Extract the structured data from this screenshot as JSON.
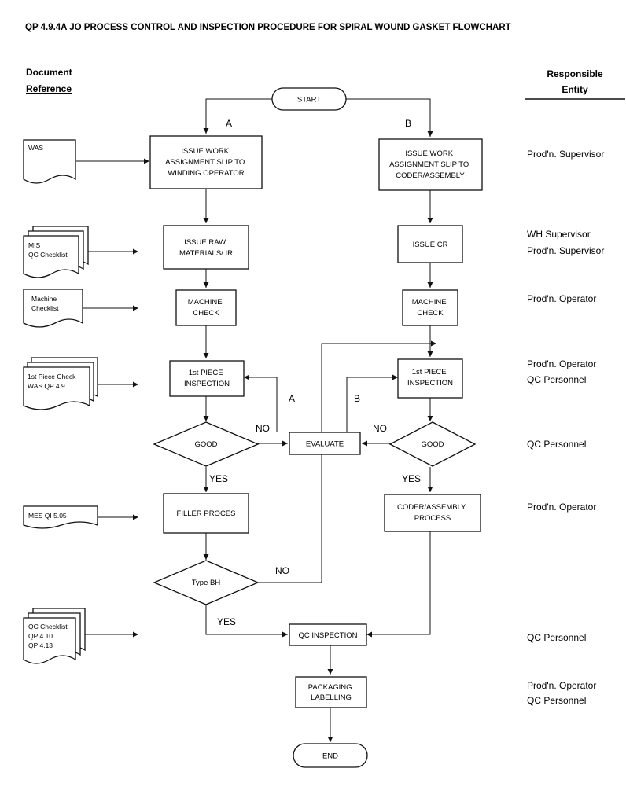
{
  "title": "QP 4.9.4A  JO PROCESS CONTROL AND INSPECTION PROCEDURE FOR SPIRAL WOUND GASKET FLOWCHART",
  "header_left": [
    "Document",
    "Reference"
  ],
  "header_right": [
    "Responsible",
    "Entity"
  ],
  "nodes": {
    "start": [
      "START"
    ],
    "issue_wa_a": [
      "ISSUE WORK",
      "ASSIGNMENT SLIP TO",
      "WINDING OPERATOR"
    ],
    "issue_wa_b": [
      "ISSUE WORK",
      "ASSIGNMENT SLIP TO",
      "CODER/ASSEMBLY"
    ],
    "issue_raw": [
      "ISSUE RAW",
      "MATERIALS/ IR"
    ],
    "issue_cr": [
      "ISSUE CR"
    ],
    "machine_check_a": [
      "MACHINE",
      "CHECK"
    ],
    "machine_check_b": [
      "MACHINE",
      "CHECK"
    ],
    "first_piece_a": [
      "1st PIECE",
      "INSPECTION"
    ],
    "first_piece_b": [
      "1st PIECE",
      "INSPECTION"
    ],
    "good_a": [
      "GOOD"
    ],
    "evaluate": [
      "EVALUATE"
    ],
    "good_b": [
      "GOOD"
    ],
    "filler": [
      "FILLER PROCES"
    ],
    "coder_process": [
      "CODER/ASSEMBLY",
      "PROCESS"
    ],
    "type_bh": [
      "Type BH"
    ],
    "qc_inspection": [
      "QC INSPECTION"
    ],
    "packaging": [
      "PACKAGING",
      "LABELLING"
    ],
    "end": [
      "END"
    ]
  },
  "documents": {
    "was": [
      "WAS"
    ],
    "mis": [
      "MIS",
      "QC Checklist"
    ],
    "machine_checklist": [
      "Machine",
      "Checklist"
    ],
    "first_piece_check": [
      "1st Piece Check",
      "WAS QP 4.9"
    ],
    "mes": [
      "MES QI 5.05"
    ],
    "qc_checklist": [
      "QC Checklist",
      "QP 4.10",
      "QP 4.13"
    ]
  },
  "responsible": {
    "r1": [
      "Prod'n. Supervisor"
    ],
    "r2": [
      "WH Supervisor",
      "Prod'n. Supervisor"
    ],
    "r3": [
      "Prod'n. Operator"
    ],
    "r4": [
      "Prod'n. Operator",
      "QC Personnel"
    ],
    "r5": [
      "QC Personnel"
    ],
    "r6": [
      "Prod'n. Operator"
    ],
    "r7": [
      "QC Personnel"
    ],
    "r8": [
      "Prod'n. Operator",
      "QC Personnel"
    ]
  },
  "labels": {
    "a_top": "A",
    "b_top": "B",
    "no_left": "NO",
    "no_right": "NO",
    "a_mid": "A",
    "b_mid": "B",
    "yes_left": "YES",
    "yes_right": "YES",
    "no_bh": "NO",
    "yes_bh": "YES"
  }
}
